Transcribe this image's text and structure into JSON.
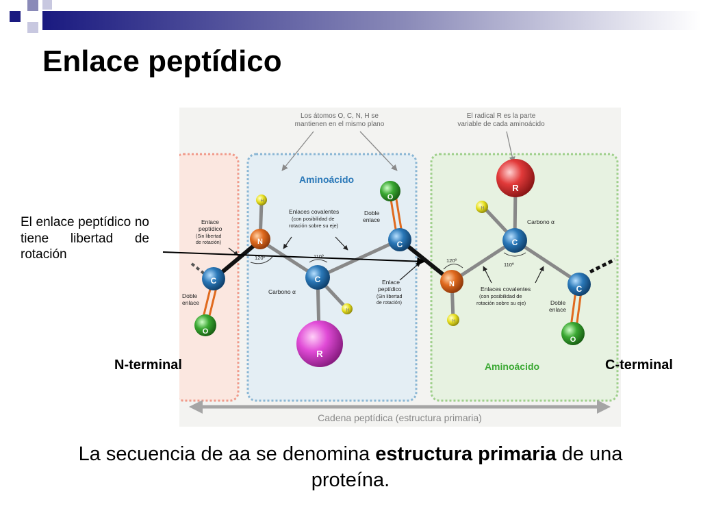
{
  "title": "Enlace peptídico",
  "note": "El enlace peptídico no tiene libertad de rotación",
  "terminals": {
    "n": "N-terminal",
    "c": "C-terminal"
  },
  "caption": {
    "part1": "La secuencia de aa se denomina ",
    "bold": "estructura primaria",
    "part2": " de una proteína."
  },
  "figure": {
    "plane_note": [
      "Los átomos O, C, N, H se",
      "mantienen en el mismo plano"
    ],
    "radical_note": [
      "El radical R es la parte",
      "variable de cada aminoácido"
    ],
    "aminoacid_label_1": "Aminoácido",
    "aminoacid_label_2": "Aminoácido",
    "covalent_1": [
      "Enlaces covalentes",
      "(con posibilidad de",
      "rotación sobre su eje)"
    ],
    "covalent_2": [
      "Enlaces covalentes",
      "(con posibilidad de",
      "rotación sobre su eje)"
    ],
    "peptide_left": [
      "Enlace",
      "peptídico",
      "(Sin libertad",
      "de rotación)"
    ],
    "peptide_mid": [
      "Enlace",
      "peptídico",
      "(Sin libertad",
      "de rotación)"
    ],
    "double_left": [
      "Doble",
      "enlace"
    ],
    "double_top": [
      "Doble",
      "enlace"
    ],
    "double_right": [
      "Doble",
      "enlace"
    ],
    "carbono_alpha_1": "Carbono α",
    "carbono_alpha_2": "Carbono α",
    "angle_120_1": "120º",
    "angle_110_1": "110º",
    "angle_120_2": "120º",
    "angle_110_2": "110º",
    "chain_label": "Cadena peptídica (estructura primaria)",
    "atoms": {
      "c": "C",
      "n": "N",
      "o": "O",
      "h": "H",
      "r": "R"
    }
  },
  "colors": {
    "header_dark": "#1a1a80",
    "carbon": "#2a78b8",
    "nitrogen": "#e06a1e",
    "oxygen": "#3aa832",
    "hydrogen": "#e8e020",
    "radical_pink": "#e04ad6",
    "radical_red": "#e23a3a"
  }
}
